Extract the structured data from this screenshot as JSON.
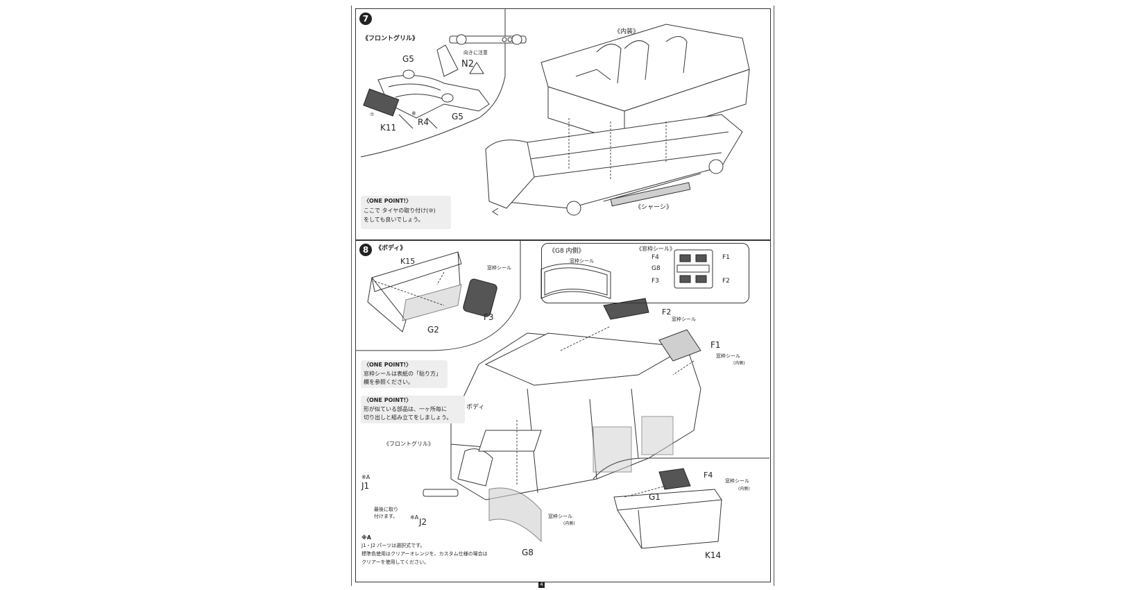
{
  "step7": {
    "number": "7",
    "front_grille_title": "《フロントグリル》",
    "caution": "向きに注意",
    "labels": {
      "n2": "N2",
      "g5a": "G5",
      "g5b": "G5",
      "k11": "K11",
      "r4": "R4",
      "r4_mark": "※",
      "k11_mark": "⑦"
    },
    "interior_title": "《内装》",
    "chassis_title": "《シャーシ》",
    "one_point": {
      "title": "〈ONE POINT!〉",
      "line1": "ここで タイヤの取り付け(⑩)",
      "line2": "をしても良いでしょう。"
    }
  },
  "step8": {
    "number": "8",
    "body_title": "《ボディ》",
    "labels": {
      "k15": "K15",
      "seal_k15": "窓枠シール",
      "f3": "F3",
      "g2": "G2",
      "f2": "F2",
      "seal_f2": "窓枠シール",
      "f1": "F1",
      "seal_f1": "窓枠シール",
      "inner_f1": "(内側)",
      "body": "ボディ",
      "front_grille": "《フロントグリル》",
      "j1_mark": "※A",
      "j1": "J1",
      "j2_mark": "※A",
      "j2": "J2",
      "last_attach_1": "最後に取り",
      "last_attach_2": "付けます。",
      "seal_g8": "窓枠シール",
      "inner_g8": "(内側)",
      "g8": "G8",
      "g1": "G1",
      "f4": "F4",
      "seal_f4": "窓枠シール",
      "inner_f4": "(内側)",
      "k14": "K14"
    },
    "inset": {
      "g8_inner_title": "《G8 内側》",
      "g8_seal": "窓枠シール",
      "window_seal_title": "《窓枠シール》",
      "f4": "F4",
      "f1": "F1",
      "g8": "G8",
      "f3": "F3",
      "f2": "F2"
    },
    "one_point_1": {
      "title": "〈ONE POINT!〉",
      "line1": "窓枠シールは表紙の「貼り方」",
      "line2": "欄を参照ください。"
    },
    "one_point_2": {
      "title": "〈ONE POINT!〉",
      "line1": "形が似ている部品は、一ヶ所毎に",
      "line2": "切り出しと組み立てをしましょう。"
    },
    "footnote": {
      "mark": "※A",
      "line1": "J1・J2 パーツは選択式です。",
      "line2": "標準色使用はクリアーオレンジを、カスタム仕様の場合は",
      "line3": "クリアーを使用してください。"
    }
  },
  "page_number": "4"
}
